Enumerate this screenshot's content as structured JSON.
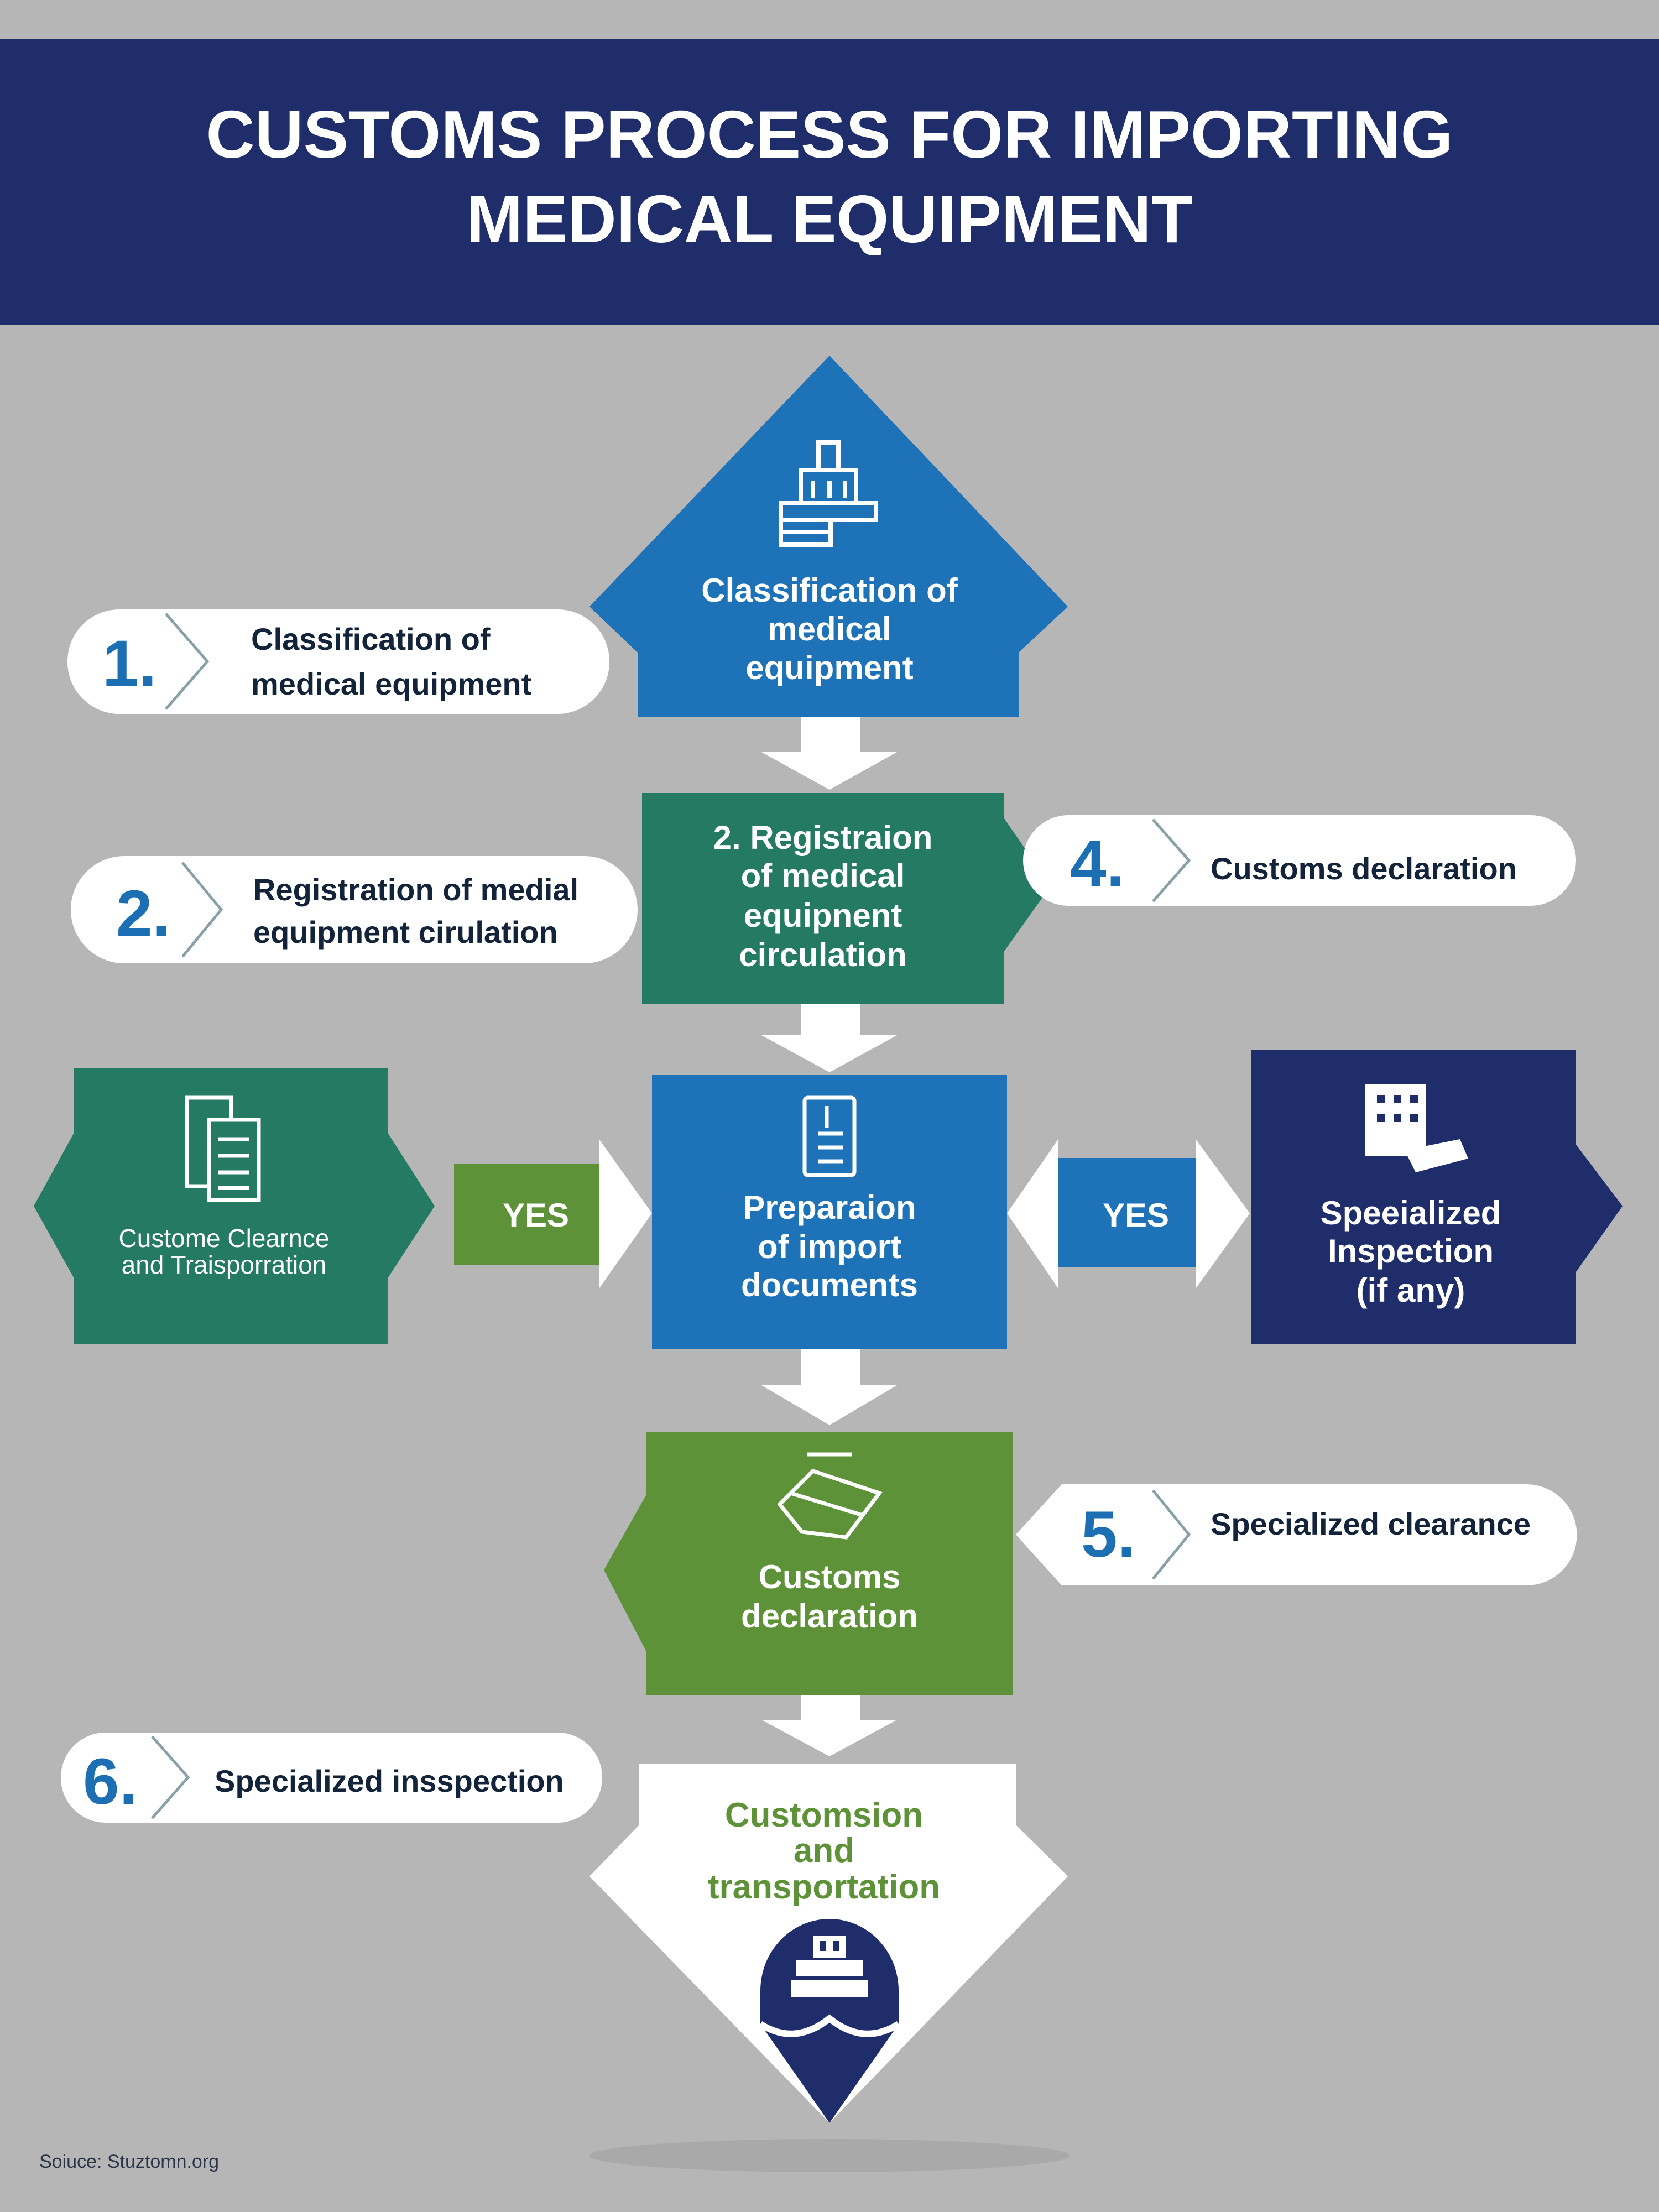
{
  "header": {
    "title_line1": "CUSTOMS PROCESS FOR IMPORTING",
    "title_line2": "MEDICAL EQUIPMENT"
  },
  "colors": {
    "background": "#b6b6b6",
    "header": "#1f2d6b",
    "blue": "#1d72b8",
    "teal": "#247a63",
    "green": "#5e9238",
    "navy": "#1f2d6b",
    "number": "#1c6fb3"
  },
  "flow": {
    "top_box": {
      "lines": [
        "Classification of",
        "medical",
        "equipment"
      ],
      "icon": "building-icon"
    },
    "registration_box": {
      "lines": [
        "2. Registraion",
        "of medical",
        "equipnent",
        "circulation"
      ]
    },
    "preparation_box": {
      "lines": [
        "Preparaion",
        "of import",
        "documents"
      ],
      "icon": "document-icon"
    },
    "clearance_box": {
      "lines": [
        "Custome Clearnce",
        "and Traisporration"
      ],
      "icon": "documents-icon"
    },
    "inspection_box": {
      "lines": [
        "Speeialized",
        "Inspection",
        "(if any)"
      ],
      "icon": "building-inspection-icon"
    },
    "declaration_box": {
      "lines": [
        "Customs",
        "declaration"
      ],
      "icon": "handshake-icon"
    },
    "final_box": {
      "lines": [
        "Customsion",
        "and",
        "transportation"
      ],
      "icon": "ship-icon"
    },
    "yes_left": "YES",
    "yes_right": "YES"
  },
  "steps": [
    {
      "number": "1.",
      "lines": [
        "Classification of",
        "medical equipment"
      ]
    },
    {
      "number": "2.",
      "lines": [
        "Registration of medial",
        "equipment cirulation"
      ]
    },
    {
      "number": "4.",
      "lines": [
        "Customs declaration"
      ]
    },
    {
      "number": "5.",
      "lines": [
        "Specialized clearance"
      ]
    },
    {
      "number": "6.",
      "lines": [
        "Specialized insspection"
      ]
    }
  ],
  "footer": {
    "source": "Soiuce: Stuztomn.org"
  }
}
